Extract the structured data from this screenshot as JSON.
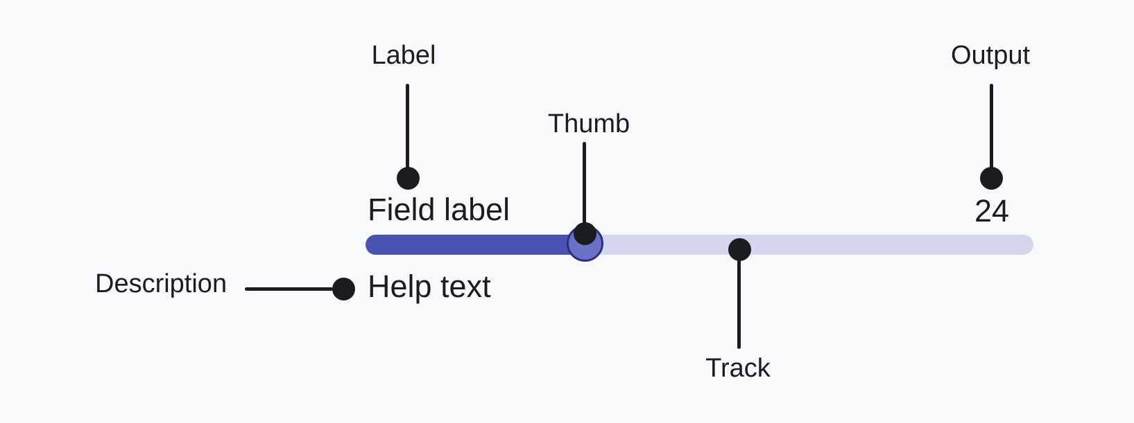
{
  "component": {
    "field_label": "Field label",
    "help_text": "Help text",
    "output_value": "24",
    "slider": {
      "fill_ratio": 0.33
    }
  },
  "annotations": {
    "label": "Label",
    "thumb": "Thumb",
    "output": "Output",
    "track": "Track",
    "description": "Description"
  },
  "colors": {
    "background": "#f8f9fb",
    "ink": "#1b1c20",
    "track": "#d3d6ec",
    "track_fill": "#4a52b3",
    "thumb_fill": "#6a72c7",
    "thumb_border": "#2d2f7b"
  }
}
